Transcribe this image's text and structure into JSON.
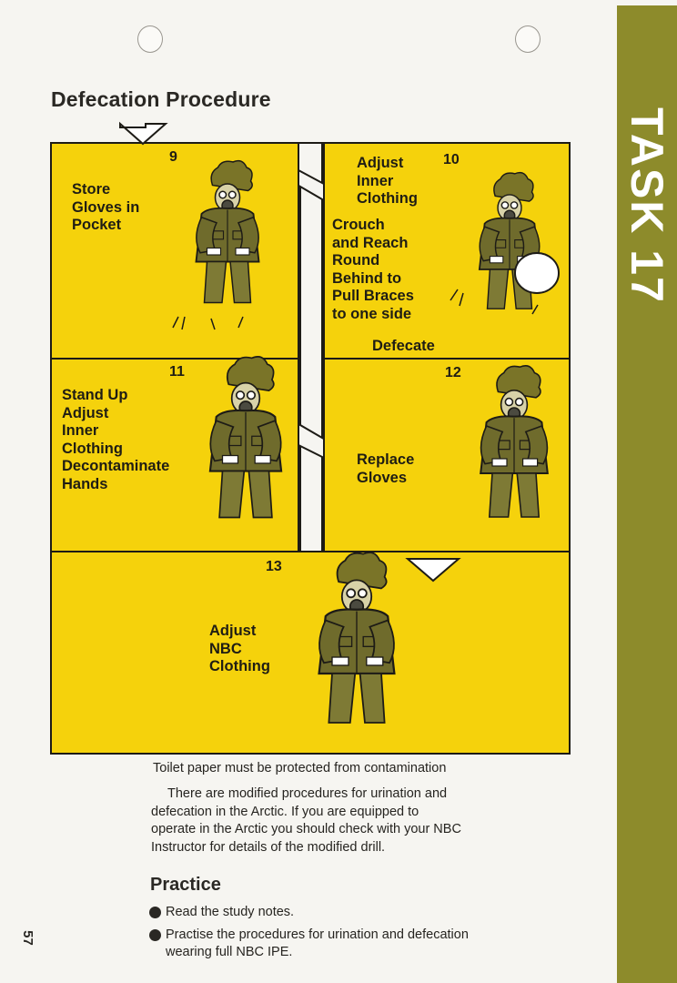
{
  "page": {
    "heading": "Defecation Procedure",
    "sidebar_title": "TASK 17",
    "page_number": "57"
  },
  "panels": [
    {
      "step": "9",
      "text": "Store\nGloves in\nPocket"
    },
    {
      "step": "10",
      "text_top": "Adjust\nInner\nClothing",
      "text_mid": "Crouch\nand Reach\nRound\nBehind to\nPull Braces\nto one side",
      "text_bottom": "Defecate"
    },
    {
      "step": "11",
      "text": "Stand Up\nAdjust\nInner\nClothing\nDecontaminate\nHands"
    },
    {
      "step": "12",
      "text": "Replace\nGloves"
    },
    {
      "step": "13",
      "text": "Adjust\nNBC\nClothing"
    }
  ],
  "caption": "Toilet paper must be protected from contamination",
  "body": "There are modified procedures for urination and defecation in the Arctic. If you are equipped to operate in the Arctic you should check with your NBC Instructor for details of the modified drill.",
  "practice": {
    "heading": "Practice",
    "items": [
      "Read the study notes.",
      "Practise the procedures for urination and defecation wearing full NBC IPE."
    ]
  },
  "colors": {
    "panel_yellow": "#f5d20c",
    "sidebar_olive": "#8d8b2b",
    "figure_olive": "#6f6b2c",
    "outline": "#1d1b16"
  }
}
